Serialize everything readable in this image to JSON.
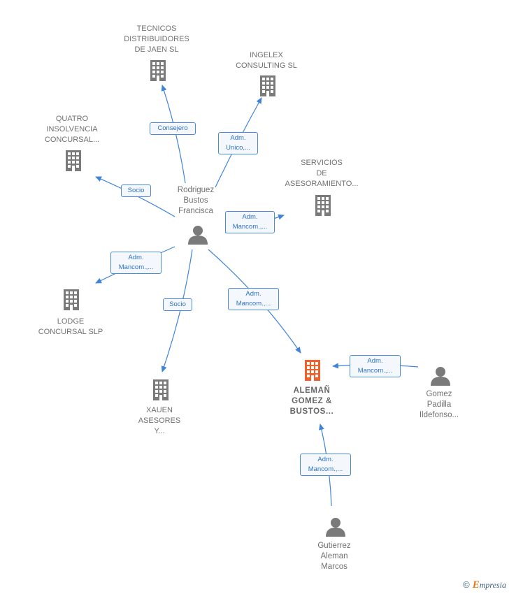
{
  "companies": {
    "tecnicos": {
      "lines": [
        "TECNICOS",
        "DISTRIBUIDORES",
        "DE JAEN SL"
      ]
    },
    "ingelex": {
      "lines": [
        "INGELEX",
        "CONSULTING SL"
      ]
    },
    "quatro": {
      "lines": [
        "QUATRO",
        "INSOLVENCIA",
        "CONCURSAL..."
      ]
    },
    "servicios": {
      "lines": [
        "SERVICIOS",
        "DE",
        "ASESORAMIENTO..."
      ]
    },
    "lodge": {
      "lines": [
        "LODGE",
        "CONCURSAL SLP"
      ]
    },
    "xauen": {
      "lines": [
        "XAUEN",
        "ASESORES",
        "Y..."
      ]
    },
    "aleman": {
      "lines": [
        "ALEMAÑ",
        "GOMEZ &",
        "BUSTOS..."
      ]
    }
  },
  "persons": {
    "rodriguez": {
      "lines": [
        "Rodriguez",
        "Bustos",
        "Francisca"
      ]
    },
    "gomez": {
      "lines": [
        "Gomez",
        "Padilla",
        "Ildefonso..."
      ]
    },
    "gutierrez": {
      "lines": [
        "Gutierrez",
        "Aleman",
        "Marcos"
      ]
    }
  },
  "edges": {
    "consejero": {
      "lines": [
        "Consejero"
      ]
    },
    "adm_unico": {
      "lines": [
        "Adm.",
        "Unico,..."
      ]
    },
    "socio_quatro": {
      "lines": [
        "Socio"
      ]
    },
    "adm_servicios": {
      "lines": [
        "Adm.",
        "Mancom.,..."
      ]
    },
    "adm_lodge": {
      "lines": [
        "Adm.",
        "Mancom.,..."
      ]
    },
    "socio_xauen": {
      "lines": [
        "Socio"
      ]
    },
    "adm_aleman": {
      "lines": [
        "Adm.",
        "Mancom.,..."
      ]
    },
    "adm_gomez": {
      "lines": [
        "Adm.",
        "Mancom.,..."
      ]
    },
    "adm_gutierrez": {
      "lines": [
        "Adm.",
        "Mancom.,..."
      ]
    }
  },
  "colors": {
    "company_icon": "#7a7a7a",
    "main_company_icon": "#f0602a",
    "person_icon": "#7a7a7a",
    "edge": "#3f84d8"
  },
  "footer": {
    "copyright": "©",
    "brand_first": "E",
    "brand_rest": "mpresia"
  }
}
